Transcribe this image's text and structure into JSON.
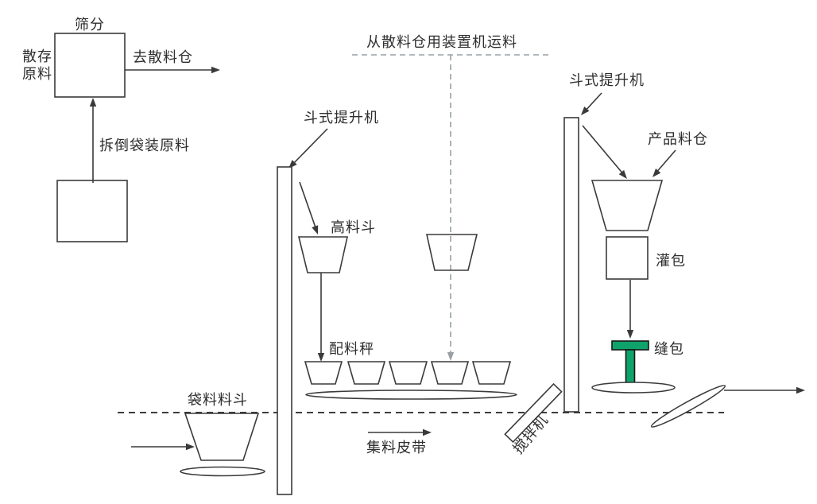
{
  "labels": {
    "screening": "筛分",
    "bulk_stored_material_line1": "散存",
    "bulk_stored_material_line2": "原料",
    "to_bulk_silo": "去散料仓",
    "unpack_bagged_material": "拆倒袋装原料",
    "from_bulk_silo_by_loader": "从散料仓用装置机运料",
    "bucket_elevator_left": "斗式提升机",
    "bucket_elevator_right": "斗式提升机",
    "high_hopper": "高料斗",
    "batching_scale": "配料秤",
    "bag_material_hopper": "袋料料斗",
    "collecting_belt": "集料皮带",
    "mixer": "搅拌机",
    "product_silo": "产品料仓",
    "bag_filling": "灌包",
    "bag_sewing": "缝包"
  },
  "colors": {
    "line": "#3a3a3a",
    "dashed_gray": "#98a0a6",
    "dashed_dark": "#222222",
    "sewing_green": "#0fa36b",
    "text": "#2e2e2e",
    "background": "#ffffff"
  }
}
